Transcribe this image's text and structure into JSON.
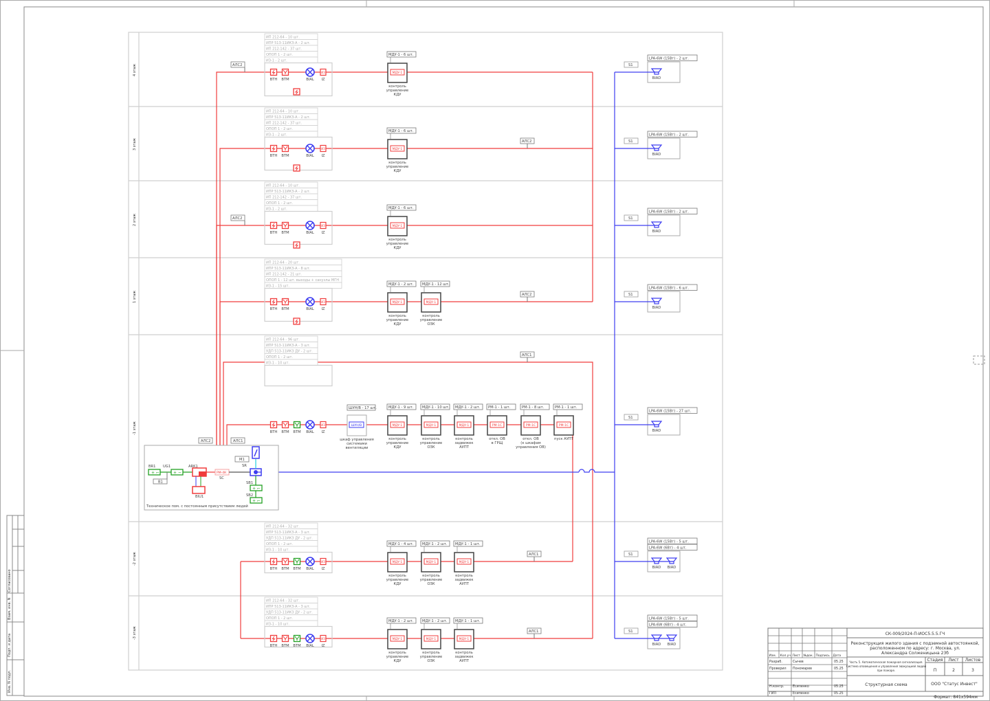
{
  "colors": {
    "red_line": "#f03c3c",
    "blue_line": "#3d3df0",
    "green_line": "#22a022",
    "cyan_line": "#22d0e0",
    "frame": "#9a9a9a",
    "grid": "#cfcfcf",
    "text": "#444444"
  },
  "floors": [
    {
      "label": "4 этаж",
      "inventory": [
        "ИП 212-64 - 10 шт.",
        "ИПР 513-11ИКЗ-А - 2 шт.",
        "ИП 212-142 - 37 шт.",
        "ОПОП 1 - 2 шт.",
        "ИЗ-1 - 2 шт."
      ],
      "devices": [
        "BTH",
        "BTM",
        "BIAL",
        "IZ"
      ],
      "extra_btn": true,
      "loop_label": "АЛС2",
      "loop_label_side": "left",
      "modules": [
        {
          "count": "МДУ-1 - 6 шт.",
          "tag": "МДУ-1",
          "caption": [
            "контроль",
            "управление",
            "КДУ"
          ]
        }
      ],
      "speaker_count": [
        "LPA-6W (15Вт) - 2 шт."
      ],
      "speakers": 1
    },
    {
      "label": "3 этаж",
      "inventory": [
        "ИП 212-64 - 10 шт.",
        "ИПР 513-11ИКЗ-А - 2 шт.",
        "ИП 212-142 - 37 шт.",
        "ОПОП 1 - 2 шт.",
        "ИЗ-1 - 2 шт."
      ],
      "devices": [
        "BTH",
        "BTM",
        "BIAL",
        "IZ"
      ],
      "extra_btn": true,
      "loop_label": "АЛС2",
      "loop_label_side": "right",
      "modules": [
        {
          "count": "МДУ-1 - 6 шт.",
          "tag": "МДУ-1",
          "caption": [
            "контроль",
            "управление",
            "КДУ"
          ]
        }
      ],
      "speaker_count": [
        "LPA-6W (15Вт) - 2 шт."
      ],
      "speakers": 1
    },
    {
      "label": "2 этаж",
      "inventory": [
        "ИП 212-64 - 10 шт.",
        "ИПР 513-11ИКЗ-А - 2 шт.",
        "ИП 212-142 - 37 шт.",
        "ОПОП 1 - 2 шт.",
        "ИЗ-1 - 2 шт."
      ],
      "devices": [
        "BTH",
        "BTM",
        "BIAL",
        "IZ"
      ],
      "extra_btn": true,
      "loop_label": "АЛС2",
      "loop_label_side": "left",
      "modules": [
        {
          "count": "МДУ-1 - 6 шт.",
          "tag": "МДУ-1",
          "caption": [
            "контроль",
            "управление",
            "КДУ"
          ]
        }
      ],
      "speaker_count": [
        "LPA-6W (15Вт) - 2 шт."
      ],
      "speakers": 1
    },
    {
      "label": "1 этаж",
      "inventory": [
        "ИП 212-64 - 20 шт.",
        "ИПР 513-11ИКЗ-А - 8 шт.",
        "ИП 212-142 - 21 шт.",
        "ОПОП 1 - 12 шт. выходы + санузлы МГН",
        "ИЗ-1 - 15 шт."
      ],
      "devices": [
        "BTH",
        "BTM",
        "BIAL",
        "IZ"
      ],
      "extra_btn": true,
      "loop_label": "АЛС2",
      "loop_label_side": "right",
      "modules": [
        {
          "count": "МДУ-1 - 2 шт.",
          "tag": "МДУ-1",
          "caption": [
            "контроль",
            "управление",
            "КДУ"
          ]
        },
        {
          "count": "МДУ-1 - 12 шт.",
          "tag": "МДУ-1",
          "caption": [
            "контроль",
            "управление",
            "ОЗК"
          ]
        }
      ],
      "speaker_count": [
        "LPA-6W (15Вт) - 6 шт."
      ],
      "speakers": 1
    },
    {
      "label": "-1 этаж",
      "inventory": [
        "ИП 212-64 - 96 шт.",
        "ИПР 513-11ИКЗ-А - 3 шт.",
        "УДП 513-11ИКЗ ДУ - 2 шт.",
        "ОПОП 1 - 2 шт.",
        "ИЗ-1 - 10 шт."
      ],
      "devices": [
        "BTH",
        "BTM",
        "BTM",
        "BIAL",
        "IZ"
      ],
      "extra_btn": false,
      "loop_label": "АЛС1",
      "loop_label_side": "right",
      "cabinet": {
        "count": "ШУН/В - 17 шт.",
        "tag": "ШУН/В",
        "caption": [
          "шкаф управления",
          "системами",
          "вентиляции"
        ]
      },
      "modules": [
        {
          "count": "МДУ-1 - 9 шт.",
          "tag": "МДУ-1",
          "caption": [
            "контроль",
            "управление",
            "КДУ"
          ]
        },
        {
          "count": "МДУ-1 - 10 шт.",
          "tag": "МДУ-1",
          "caption": [
            "контроль",
            "управление",
            "ОЗК"
          ]
        },
        {
          "count": "МДУ-1 - 2 шт.",
          "tag": "МДУ-1",
          "caption": [
            "контроль",
            "задвижек",
            "АУПТ"
          ]
        },
        {
          "count": "РМ-1 - 1 шт.",
          "tag": "РМ-1С",
          "caption": [
            "откл. ОВ",
            "в ГРЩ"
          ]
        },
        {
          "count": "РМ-1 - 8 шт.",
          "tag": "РМ-1С",
          "caption": [
            "откл. ОВ",
            "(к шкафам",
            "управления ОВ)"
          ]
        },
        {
          "count": "РМ-1 - 1 шт.",
          "tag": "РМ-1С",
          "caption": [
            "пуск АУПТ"
          ]
        }
      ],
      "speaker_count": [
        "LPA-6W (15Вт) - 27 шт."
      ],
      "speakers": 1
    },
    {
      "label": "-2 этаж",
      "inventory": [
        "ИП 212-64 - 32 шт.",
        "ИПР 513-11ИКЗ-А - 3 шт.",
        "УДП 513-11ИКЗ ДУ - 2 шт.",
        "ОПОП 1 - 2 шт.",
        "ИЗ-1 - 10 шт."
      ],
      "devices": [
        "BTH",
        "BTM",
        "BTM",
        "BIAL",
        "IZ"
      ],
      "extra_btn": false,
      "loop_label": "АЛС1",
      "loop_label_side": "right",
      "modules": [
        {
          "count": "МДУ-1 - 4 шт.",
          "tag": "МДУ-1",
          "caption": [
            "контроль",
            "управление",
            "КДУ"
          ]
        },
        {
          "count": "МДУ-1 - 2 шт.",
          "tag": "МДУ-1",
          "caption": [
            "контроль",
            "управление",
            "ОЗК"
          ]
        },
        {
          "count": "МДУ-1 - 1 шт.",
          "tag": "МДУ-1",
          "caption": [
            "контроль",
            "задвижек",
            "АУПТ"
          ]
        }
      ],
      "speaker_count": [
        "LPA-6W (15Вт) - 5 шт.",
        "LPA-6W (6Вт) - 4 шт."
      ],
      "speakers": 2
    },
    {
      "label": "-3 этаж",
      "inventory": [
        "ИП 212-64 - 32 шт.",
        "ИПР 513-11ИКЗ-А - 3 шт.",
        "УДП 513-11ИКЗ ДУ - 2 шт.",
        "ОПОП 1 - 2 шт.",
        "ИЗ-1 - 10 шт."
      ],
      "devices": [
        "BTH",
        "BTM",
        "BTM",
        "BIAL",
        "IZ"
      ],
      "extra_btn": false,
      "loop_label": "АЛС1",
      "loop_label_side": "right",
      "modules": [
        {
          "count": "МДУ-1 - 2 шт.",
          "tag": "МДУ-1",
          "caption": [
            "контроль",
            "управление",
            "КДУ"
          ]
        },
        {
          "count": "МДУ-1 - 2 шт.",
          "tag": "МДУ-1",
          "caption": [
            "контроль",
            "управление",
            "ОЗК"
          ]
        },
        {
          "count": "МДУ-1 - 1 шт.",
          "tag": "МДУ-1",
          "caption": [
            "контроль",
            "задвижек",
            "АУПТ"
          ]
        }
      ],
      "speaker_count": [
        "LPA-6W (15Вт) - 5 шт.",
        "LPA-6W (6Вт) - 4 шт."
      ],
      "speakers": 2
    }
  ],
  "device_tags": {
    "iz": "ИЗ"
  },
  "speaker_label": "BIAD",
  "speaker_line_label": "S1",
  "loops": {
    "als1": "АЛС1",
    "als2": "АЛС2"
  },
  "tech_room": {
    "caption": "Техническое пом. с постоянным присутствием людей",
    "br1": "BR1",
    "ug1": "UG1",
    "b1": "B1",
    "ark1": "ARK1",
    "biu1": "BIU1",
    "pm4k": "РМ-4К",
    "sc": "SC",
    "m1": "M1",
    "sr": "SR",
    "sb1": "SB1",
    "sb2": "SB2"
  },
  "title_block": {
    "doc_code": "СК-009/2024-П-ИОС5.5.5.ГЧ",
    "project": [
      "Реконструкция жилого здания с подземной автостоянкой,",
      "расположенном по адресу: г. Москва, ул.",
      "Александра Солженицына 23б"
    ],
    "part": [
      "Часть 5. Автоматическая пожарная сигнализация.",
      "Система оповещения и управления эвакуацией людей",
      "при пожаре."
    ],
    "sheet_title": "Структурная схема",
    "company": "ООО \"Статус Инвест\"",
    "stage_label": "Стадия",
    "sheet_label": "Лист",
    "sheets_label": "Листов",
    "stage": "П",
    "sheet": "2",
    "sheets": "3",
    "headers": [
      "Изм.",
      "Кол.уч",
      "Лист",
      "№док.",
      "Подпись",
      "Дата"
    ],
    "rows": [
      {
        "role": "Разраб.",
        "name": "Сычев",
        "date": "05.25"
      },
      {
        "role": "Проверил",
        "name": "Пономарев",
        "date": "05.25"
      },
      {
        "role": "",
        "name": "",
        "date": ""
      },
      {
        "role": "Н.контр.",
        "name": "Есипенко",
        "date": "05.25"
      },
      {
        "role": "ГИП",
        "name": "Есипенко",
        "date": "05.25"
      }
    ],
    "format": "Формат: 841x594мм"
  },
  "side_stamp": {
    "agreed": "Согласовано",
    "inv_replace": "Взам. инв. N",
    "sign_date": "Подп. и дата",
    "inv_orig": "Инв. N подл."
  }
}
